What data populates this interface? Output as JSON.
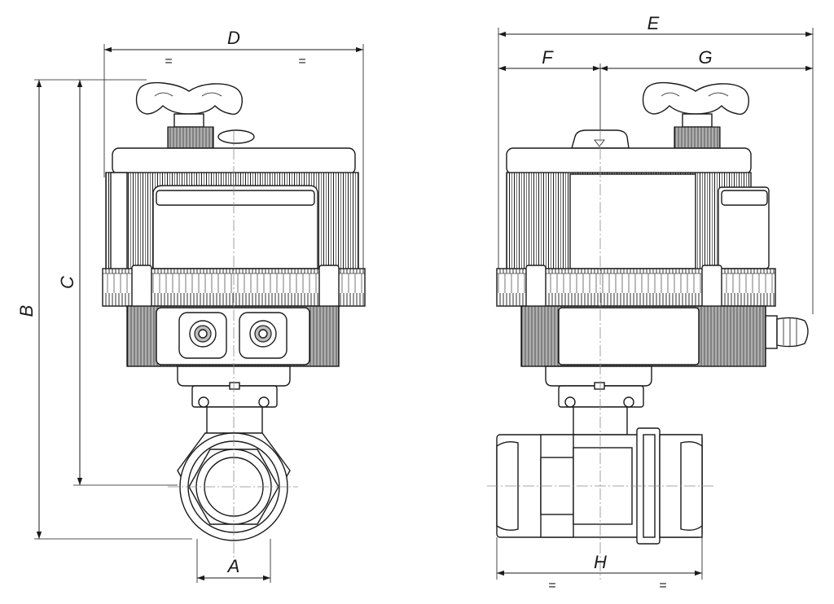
{
  "dimensions": {
    "A": "A",
    "B": "B",
    "C": "C",
    "D": "D",
    "E": "E",
    "F": "F",
    "G": "G",
    "H": "H"
  },
  "equal_mark": "="
}
